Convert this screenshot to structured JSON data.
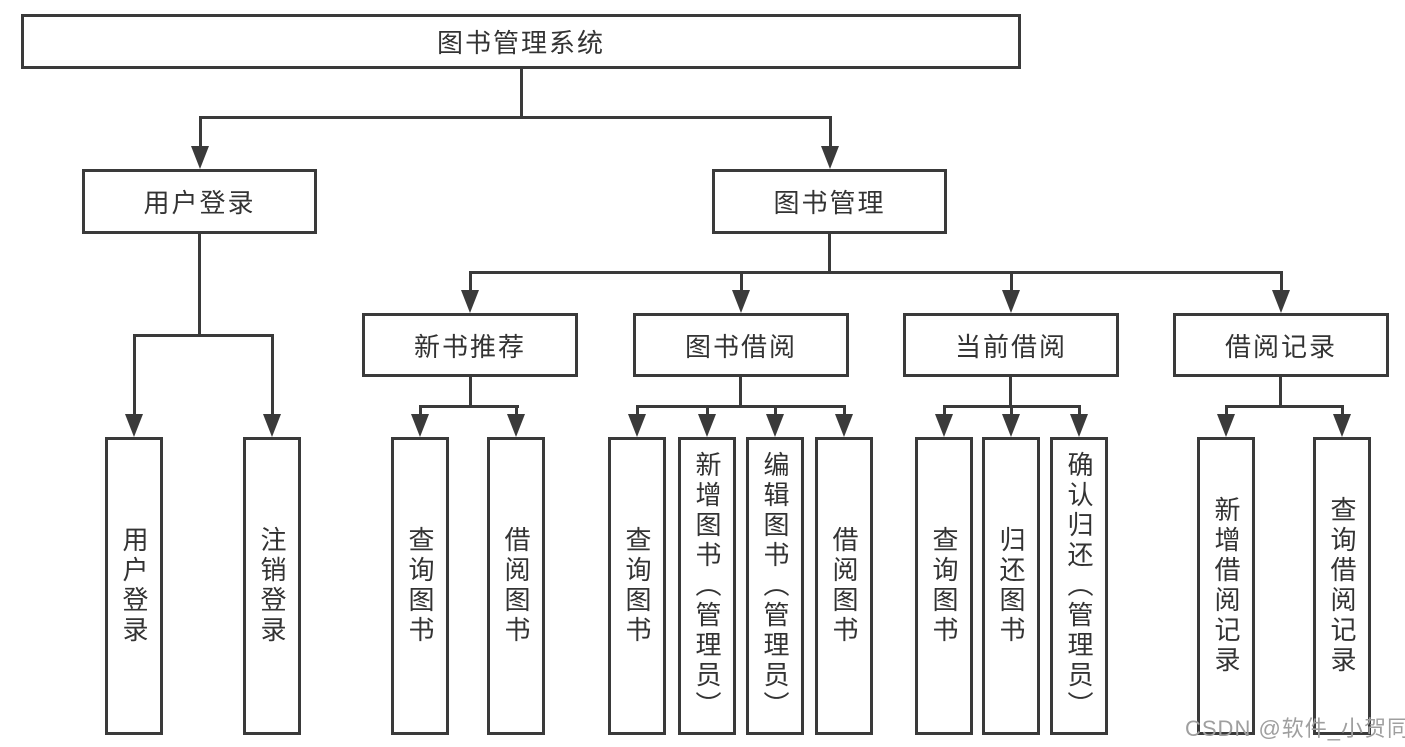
{
  "diagram": {
    "root": {
      "label": "图书管理系统"
    },
    "branches": [
      {
        "label": "用户登录",
        "children": [
          {
            "label": "用户登录"
          },
          {
            "label": "注销登录"
          }
        ]
      },
      {
        "label": "图书管理",
        "children": [
          {
            "label": "新书推荐",
            "children": [
              {
                "label": "查询图书"
              },
              {
                "label": "借阅图书"
              }
            ]
          },
          {
            "label": "图书借阅",
            "children": [
              {
                "label": "查询图书"
              },
              {
                "label": "新增图书（管理员）"
              },
              {
                "label": "编辑图书（管理员）"
              },
              {
                "label": "借阅图书"
              }
            ]
          },
          {
            "label": "当前借阅",
            "children": [
              {
                "label": "查询图书"
              },
              {
                "label": "归还图书"
              },
              {
                "label": "确认归还（管理员）"
              }
            ]
          },
          {
            "label": "借阅记录",
            "children": [
              {
                "label": "新增借阅记录"
              },
              {
                "label": "查询借阅记录"
              }
            ]
          }
        ]
      }
    ]
  },
  "watermark": {
    "text": "CSDN @软件_小贺同学"
  },
  "colors": {
    "line": "#3a3a3a",
    "text": "#333333",
    "background": "#ffffff",
    "watermark": "#9f9f9f"
  }
}
